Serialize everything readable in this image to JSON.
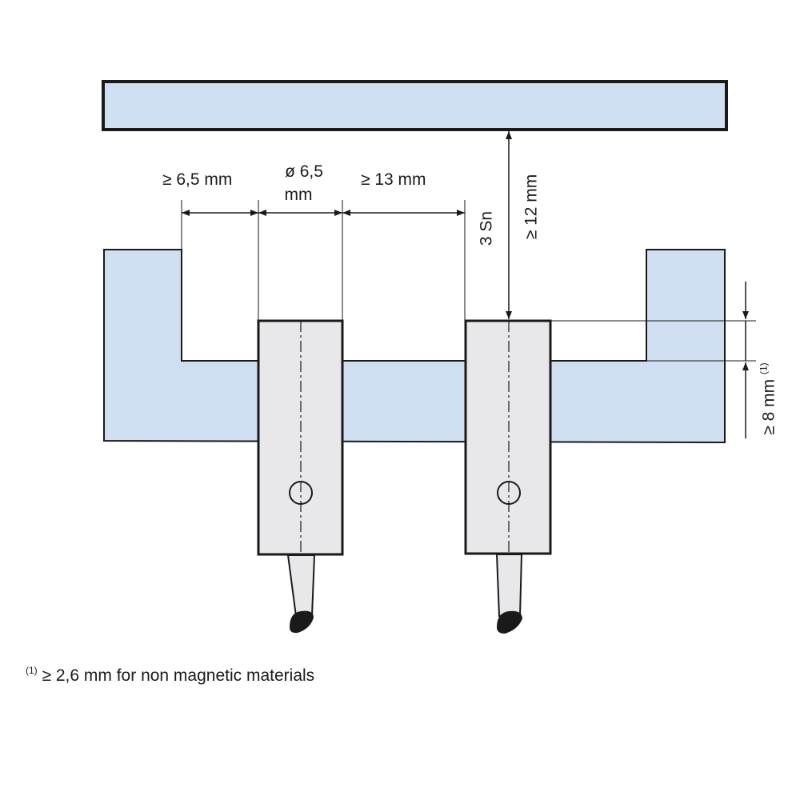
{
  "labels": {
    "gap_left": "≥ 6,5 mm",
    "diameter_line1": "ø 6,5",
    "diameter_line2": "mm",
    "gap_between": "≥ 13 mm",
    "sensing_distance": "3 Sn",
    "target_distance": "≥ 12 mm",
    "flush_depth": "≥ 8 mm",
    "flush_depth_note_ref": "(1)"
  },
  "footnote": {
    "marker": "(1)",
    "text": "≥ 2,6 mm for non magnetic materials"
  },
  "colors": {
    "metal_fill": "#cfdff1",
    "sensor_fill": "#e8e8ea",
    "outline": "#1a1a1a"
  }
}
